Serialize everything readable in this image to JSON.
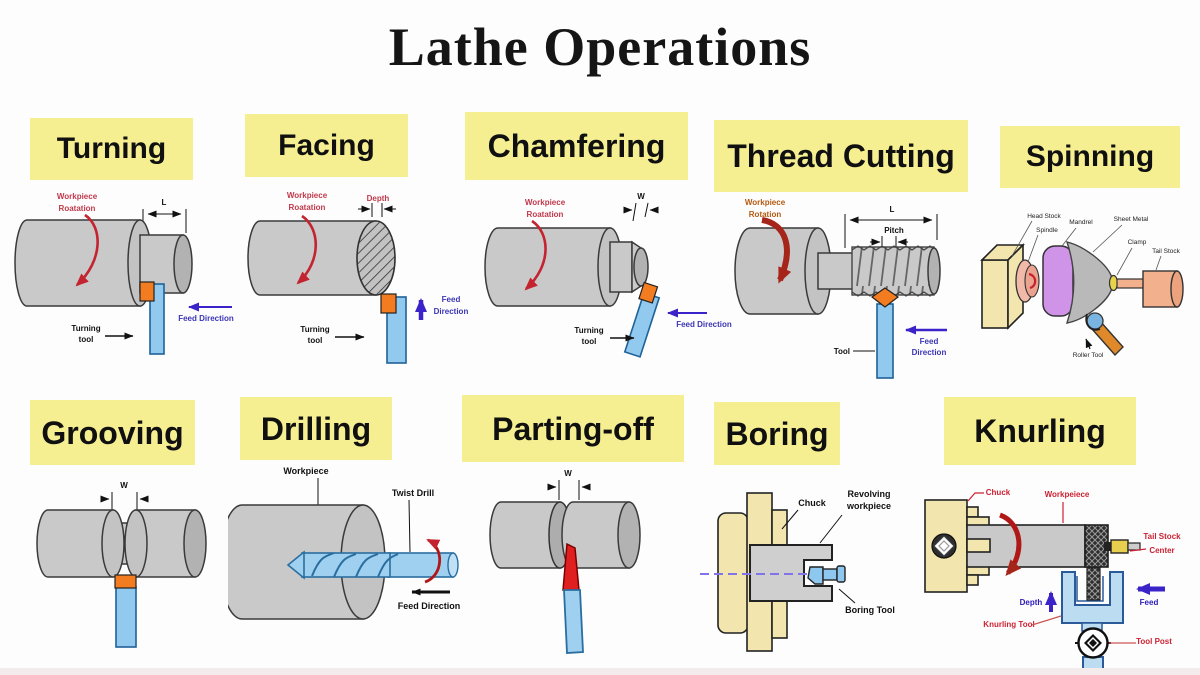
{
  "title": "Lathe Operations",
  "colors": {
    "label_bg": "#f5ef92",
    "rotation_red": "#c42330",
    "feed_blue": "#3a23c8",
    "annotation_red": "#c0394b",
    "annotation_orange_brown": "#b35a10",
    "knurling_label_red": "#cc2233",
    "tool_blue": "#92c9ef",
    "tool_tip_orange": "#f47c20",
    "workpiece_gray": "#c9c9c9",
    "chuck_cream": "#f2e5ae",
    "mandrel_purple": "#cf93e8",
    "spindle_pink": "#f0b9a8",
    "tailstock_pink": "#f2b08c",
    "clamp_yellow": "#e8d44c",
    "roller_orange": "#e0892a"
  },
  "panels": {
    "turning": {
      "label": "Turning",
      "rotation1": "Workpiece",
      "rotation2": "Roatation",
      "dim": "L",
      "feed": "Feed Direction",
      "tool1": "Turning",
      "tool2": "tool"
    },
    "facing": {
      "label": "Facing",
      "rotation1": "Workpiece",
      "rotation2": "Roatation",
      "dim": "Depth",
      "feed1": "Feed",
      "feed2": "Direction",
      "tool1": "Turning",
      "tool2": "tool"
    },
    "chamfering": {
      "label": "Chamfering",
      "rotation1": "Workpiece",
      "rotation2": "Roatation",
      "dim": "W",
      "feed": "Feed Direction",
      "tool1": "Turning",
      "tool2": "tool"
    },
    "thread_cutting": {
      "label": "Thread Cutting",
      "rotation1": "Workpiece",
      "rotation2": "Rotation",
      "dim_length": "L",
      "dim_pitch": "Pitch",
      "tool": "Tool",
      "feed1": "Feed",
      "feed2": "Direction"
    },
    "spinning": {
      "label": "Spinning",
      "head_stock": "Head Stock",
      "spindle": "Spindle",
      "mandrel": "Mandrel",
      "sheet_metal": "Sheet Metal",
      "clamp": "Clamp",
      "tail_stock": "Tail Stock",
      "roller_tool": "Roller Tool"
    },
    "grooving": {
      "label": "Grooving",
      "dim": "W"
    },
    "drilling": {
      "label": "Drilling",
      "workpiece": "Workpiece",
      "twist_drill": "Twist Drill",
      "feed": "Feed Direction"
    },
    "parting_off": {
      "label": "Parting-off",
      "dim": "W"
    },
    "boring": {
      "label": "Boring",
      "chuck": "Chuck",
      "workpiece1": "Revolving",
      "workpiece2": "workpiece",
      "tool": "Boring Tool"
    },
    "knurling": {
      "label": "Knurling",
      "chuck": "Chuck",
      "workpiece": "Workpeiece",
      "tail1": "Tail Stock",
      "tail2": "Center",
      "depth": "Depth",
      "feed": "Feed",
      "tool": "Knurling Tool",
      "post": "Tool Post"
    }
  }
}
